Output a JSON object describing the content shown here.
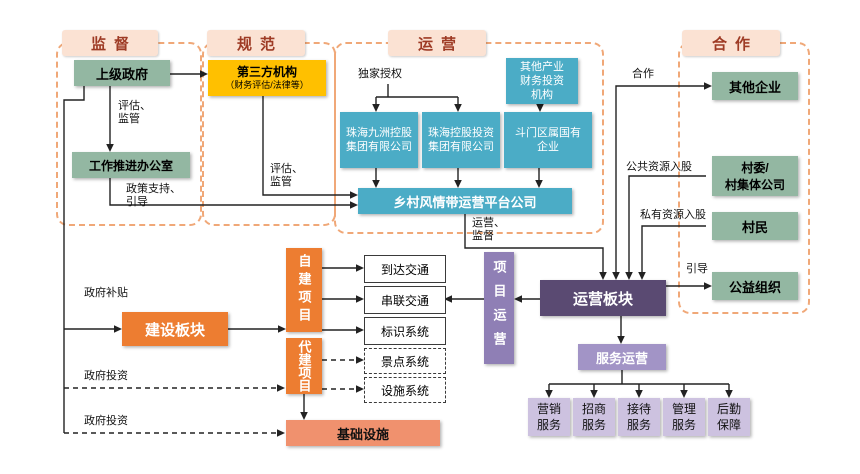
{
  "headers": {
    "supervision": "监督",
    "standard": "规范",
    "operation": "运营",
    "cooperation": "合作"
  },
  "nodes": {
    "higher_gov": "上级政府",
    "work_office": "工作推进办公室",
    "third_party_title": "第三方机构",
    "third_party_sub": "（财务评估/法律等）",
    "other_investors": "其他产业\n财务投资\n机构",
    "jiuzhou": "珠海九洲控股集团有限公司",
    "zhuhai_holdings": "珠海控股投资集团有限公司",
    "doumen_soe": "斗门区属国有企业",
    "platform": "乡村风情带运营平台公司",
    "other_enterprises": "其他企业",
    "village_committee": "村委/\n村集体公司",
    "villagers": "村民",
    "public_welfare": "公益组织",
    "construction": "建设板块",
    "self_build": "自建项目",
    "agent_build": "代建项目",
    "arrival_traffic": "到达交通",
    "series_traffic": "串联交通",
    "signage_system": "标识系统",
    "scenic_system": "景点系统",
    "facility_system": "设施系统",
    "project_operation": "项目运营",
    "operation_block": "运营板块",
    "service_operation": "服务运营",
    "svc_marketing": "营销\n服务",
    "svc_investment": "招商\n服务",
    "svc_reception": "接待\n服务",
    "svc_management": "管理\n服务",
    "svc_logistics": "后勤\n保障",
    "infrastructure": "基础设施"
  },
  "labels": {
    "exclusive_auth": "独家授权",
    "evaluate_supervise_1": "评估、\n监管",
    "evaluate_supervise_2": "评估、\n监管",
    "policy_support": "政策支持、\n引导",
    "cooperation": "合作",
    "public_resources": "公共资源入股",
    "private_resources": "私有资源入股",
    "guidance": "引导",
    "operate_supervise": "运营、\n监督",
    "gov_subsidy": "政府补贴",
    "gov_invest_1": "政府投资",
    "gov_invest_2": "政府投资"
  },
  "colors": {
    "header_bg": "#fbe2d3",
    "header_text": "#9e3b25",
    "group_border": "#f0a878",
    "green": "#93b7a2",
    "yellow": "#ffc000",
    "blue": "#4bacc6",
    "orange": "#ed7d31",
    "salmon": "#f0916e",
    "purple_dark": "#5a4a72",
    "purple_mid": "#8f7fb5",
    "purple_service": "#a294c6",
    "purple_light": "#cdc2e0",
    "line": "#222222"
  }
}
